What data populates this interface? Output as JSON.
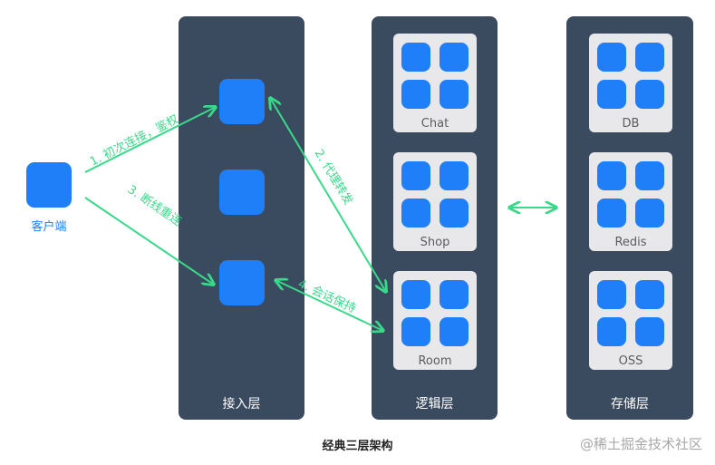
{
  "client": {
    "label": "客户端"
  },
  "layers": {
    "access": {
      "label": "接入层"
    },
    "logic": {
      "label": "逻辑层",
      "cards": [
        "Chat",
        "Shop",
        "Room"
      ]
    },
    "storage": {
      "label": "存储层",
      "cards": [
        "DB",
        "Redis",
        "OSS"
      ]
    }
  },
  "arrows": {
    "first_connect": "1. 初次连接，鉴权",
    "proxy_forward": "2. 代理转发",
    "reconnect": "3. 断线重连",
    "session_keep": "4. 会话保持"
  },
  "caption": "经典三层架构",
  "watermark": "@稀土掘金技术社区",
  "colors": {
    "layer_bg": "#3a4a5f",
    "block": "#1f7ff8",
    "card_bg": "#e8e8ea",
    "arrow": "#39d98a",
    "client_label": "#1f7ff8"
  }
}
